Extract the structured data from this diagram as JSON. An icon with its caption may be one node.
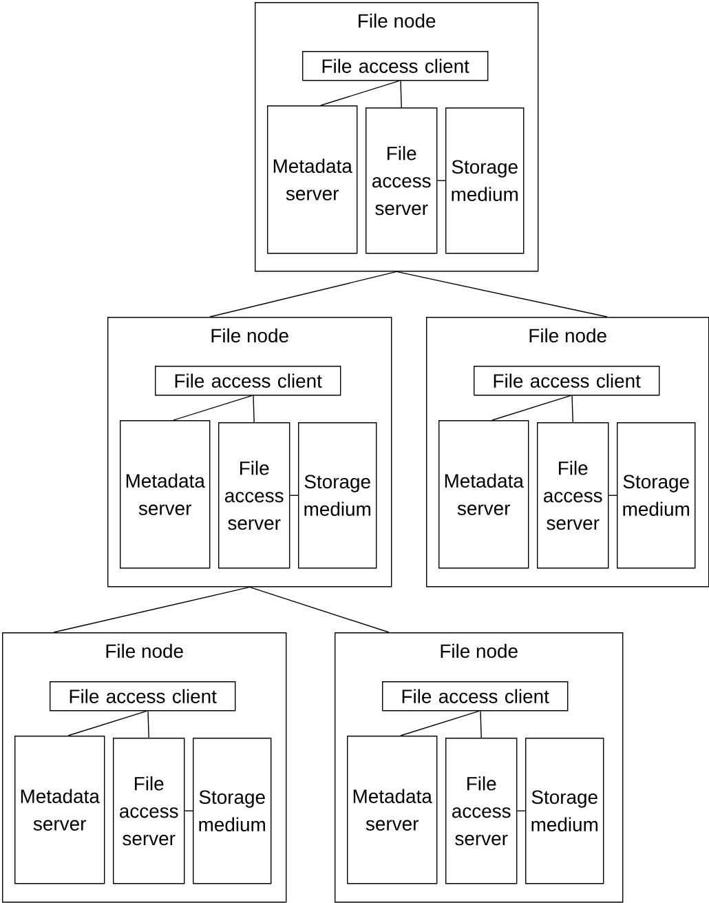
{
  "diagram": {
    "nodes": [
      {
        "text": [
          "File node"
        ]
      },
      {
        "text": [
          "File access client"
        ],
        "in": 0
      },
      {
        "text": [
          "Metadata server"
        ],
        "in": 0
      },
      {
        "text": [
          "File access server"
        ],
        "in": 0
      },
      {
        "text": [
          "Storage medium"
        ],
        "in": 0
      },
      {
        "text": [
          "File node"
        ]
      },
      {
        "text": [
          "File access client"
        ],
        "in": 5
      },
      {
        "text": [
          "Metadata server"
        ],
        "in": 5
      },
      {
        "text": [
          "File access server"
        ],
        "in": 5
      },
      {
        "text": [
          "Storage medium"
        ],
        "in": 5
      },
      {
        "text": [
          "File node"
        ]
      },
      {
        "text": [
          "File access client"
        ],
        "in": 10
      },
      {
        "text": [
          "Metadata server"
        ],
        "in": 10
      },
      {
        "text": [
          "File access server"
        ],
        "in": 10
      },
      {
        "text": [
          "Storage medium"
        ],
        "in": 10
      },
      {
        "text": [
          "File node"
        ]
      },
      {
        "text": [
          "File access client"
        ],
        "in": 15
      },
      {
        "text": [
          "Metadata server"
        ],
        "in": 15
      },
      {
        "text": [
          "File access server"
        ],
        "in": 15
      },
      {
        "text": [
          "Storage medium"
        ],
        "in": 15
      },
      {
        "text": [
          "File node"
        ]
      },
      {
        "text": [
          "File access client"
        ],
        "in": 20
      },
      {
        "text": [
          "Metadata server"
        ],
        "in": 20
      },
      {
        "text": [
          "File access server"
        ],
        "in": 20
      },
      {
        "text": [
          "Storage medium"
        ],
        "in": 20
      }
    ],
    "edges": [
      {
        "from": 1,
        "to": 2,
        "arrow": "none"
      },
      {
        "from": 1,
        "to": 3,
        "arrow": "none"
      },
      {
        "from": 3,
        "to": 4,
        "arrow": "none"
      },
      {
        "from": 0,
        "to": 5,
        "arrow": "none"
      },
      {
        "from": 0,
        "to": 10,
        "arrow": "none"
      },
      {
        "from": 6,
        "to": 7,
        "arrow": "none"
      },
      {
        "from": 6,
        "to": 8,
        "arrow": "none"
      },
      {
        "from": 8,
        "to": 9,
        "arrow": "none"
      },
      {
        "from": 11,
        "to": 12,
        "arrow": "none"
      },
      {
        "from": 11,
        "to": 13,
        "arrow": "none"
      },
      {
        "from": 13,
        "to": 14,
        "arrow": "none"
      },
      {
        "from": 5,
        "to": 15,
        "arrow": "none"
      },
      {
        "from": 5,
        "to": 20,
        "arrow": "none"
      },
      {
        "from": 16,
        "to": 17,
        "arrow": "none"
      },
      {
        "from": 16,
        "to": 18,
        "arrow": "none"
      },
      {
        "from": 18,
        "to": 19,
        "arrow": "none"
      },
      {
        "from": 21,
        "to": 22,
        "arrow": "none"
      },
      {
        "from": 21,
        "to": 23,
        "arrow": "none"
      },
      {
        "from": 23,
        "to": 24,
        "arrow": "none"
      }
    ]
  }
}
